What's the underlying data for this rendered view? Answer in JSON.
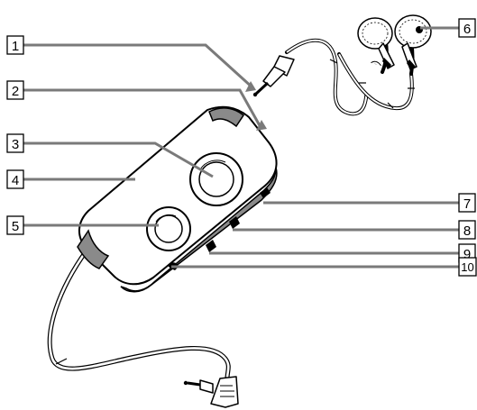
{
  "callouts": [
    {
      "id": "1",
      "label": "1"
    },
    {
      "id": "2",
      "label": "2"
    },
    {
      "id": "3",
      "label": "3"
    },
    {
      "id": "4",
      "label": "4"
    },
    {
      "id": "5",
      "label": "5"
    },
    {
      "id": "6",
      "label": "6"
    },
    {
      "id": "7",
      "label": "7"
    },
    {
      "id": "8",
      "label": "8"
    },
    {
      "id": "9",
      "label": "9"
    },
    {
      "id": "10",
      "label": "10"
    }
  ],
  "colors": {
    "line": "#000000",
    "leader": "#7a7a7a",
    "shade": "#8a8a8a",
    "background": "#ffffff"
  },
  "icons": {
    "headphones": "earbud-headphones",
    "plug": "mini-plug",
    "remote": "remote-control-unit"
  }
}
